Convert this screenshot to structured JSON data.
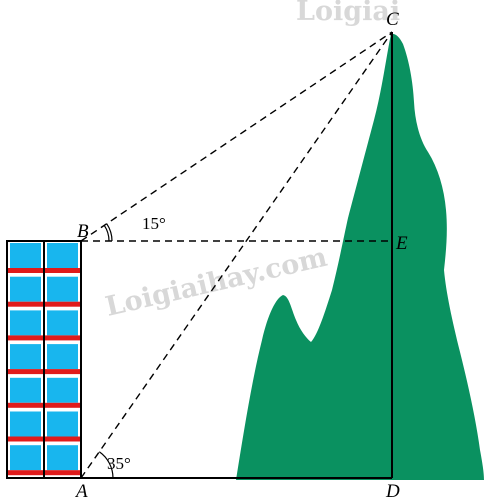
{
  "labels": {
    "A": "A",
    "B": "B",
    "C": "C",
    "D": "D",
    "E": "E"
  },
  "angles": {
    "at_A": "35°",
    "at_B": "15°"
  },
  "watermark": {
    "top": "Loigiai",
    "middle": "Loigiaihay.com"
  },
  "colors": {
    "mountain": "#0a9160",
    "window_glass": "#18b6ee",
    "window_sill": "#e01b1b",
    "building_frame": "#000000"
  }
}
